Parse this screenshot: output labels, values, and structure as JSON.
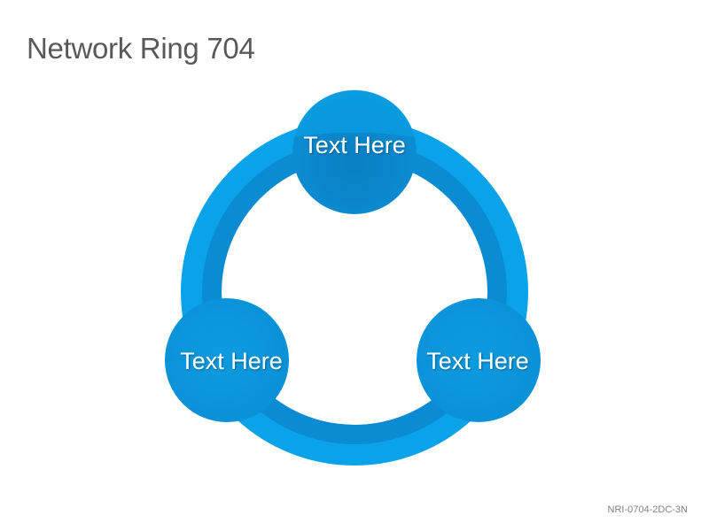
{
  "slide": {
    "title": "Network Ring 704",
    "code": "NRI-0704-2DC-3N"
  },
  "colors": {
    "ring_outer": "#0aa3ea",
    "ring_inner": "#0a8fd6",
    "node_top": "#0b86c9",
    "node_side": "#0b96da",
    "background": "#ffffff",
    "title_text": "#595959",
    "label_text": "#ffffff"
  },
  "diagram": {
    "nodes": [
      {
        "label": "Text Here",
        "icon": "none"
      },
      {
        "label": "Text Here",
        "icon": "none"
      },
      {
        "label": "Text Here",
        "icon": "none"
      }
    ]
  }
}
